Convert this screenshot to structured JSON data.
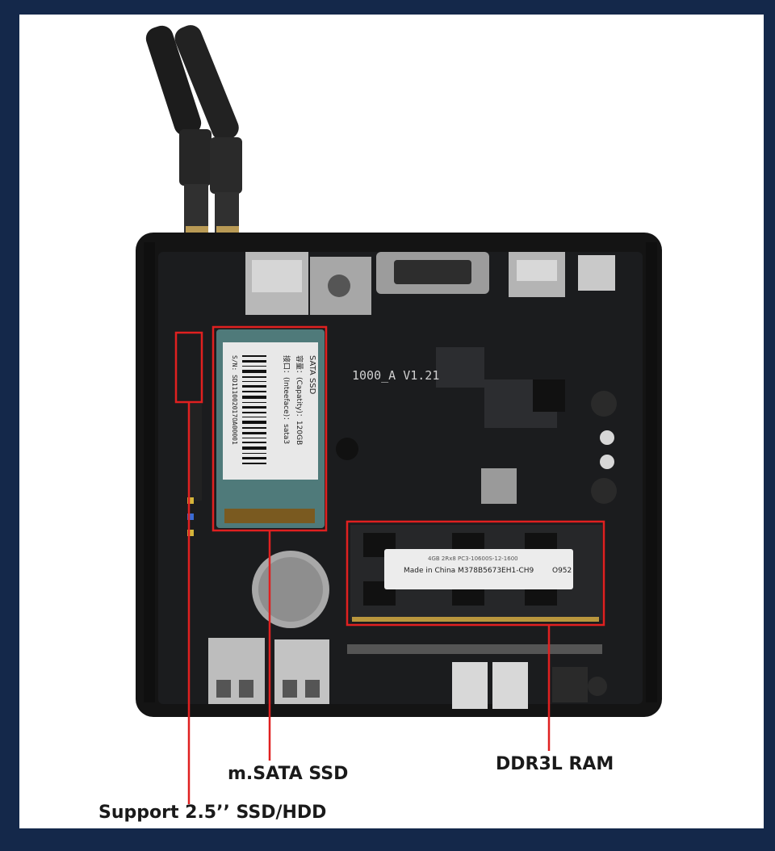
{
  "colors": {
    "frame": "#14284a",
    "panel": "#ffffff",
    "case": "#141414",
    "pcb": "#1b1c1e",
    "callout_red": "#e02020"
  },
  "components": {
    "ssd_sticker": {
      "line1": "SATA SSD",
      "line2": "容量：(Capatity)：120GB",
      "line3": "接口：(Inteeface)：sata3",
      "serial": "S/N: SD111002017OA00001"
    },
    "ram_sticker": {
      "top": "4GB 2Rx8 PC3-10600S-12-1600",
      "line": "Made in China M378B5673EH1-CH9",
      "code": "O952"
    },
    "board_marking": "1000_A V1.21"
  },
  "callouts": {
    "sata_bay": "Support 2.5’’ SSD/HDD",
    "msata": "m.SATA SSD",
    "ram": "DDR3L RAM"
  }
}
